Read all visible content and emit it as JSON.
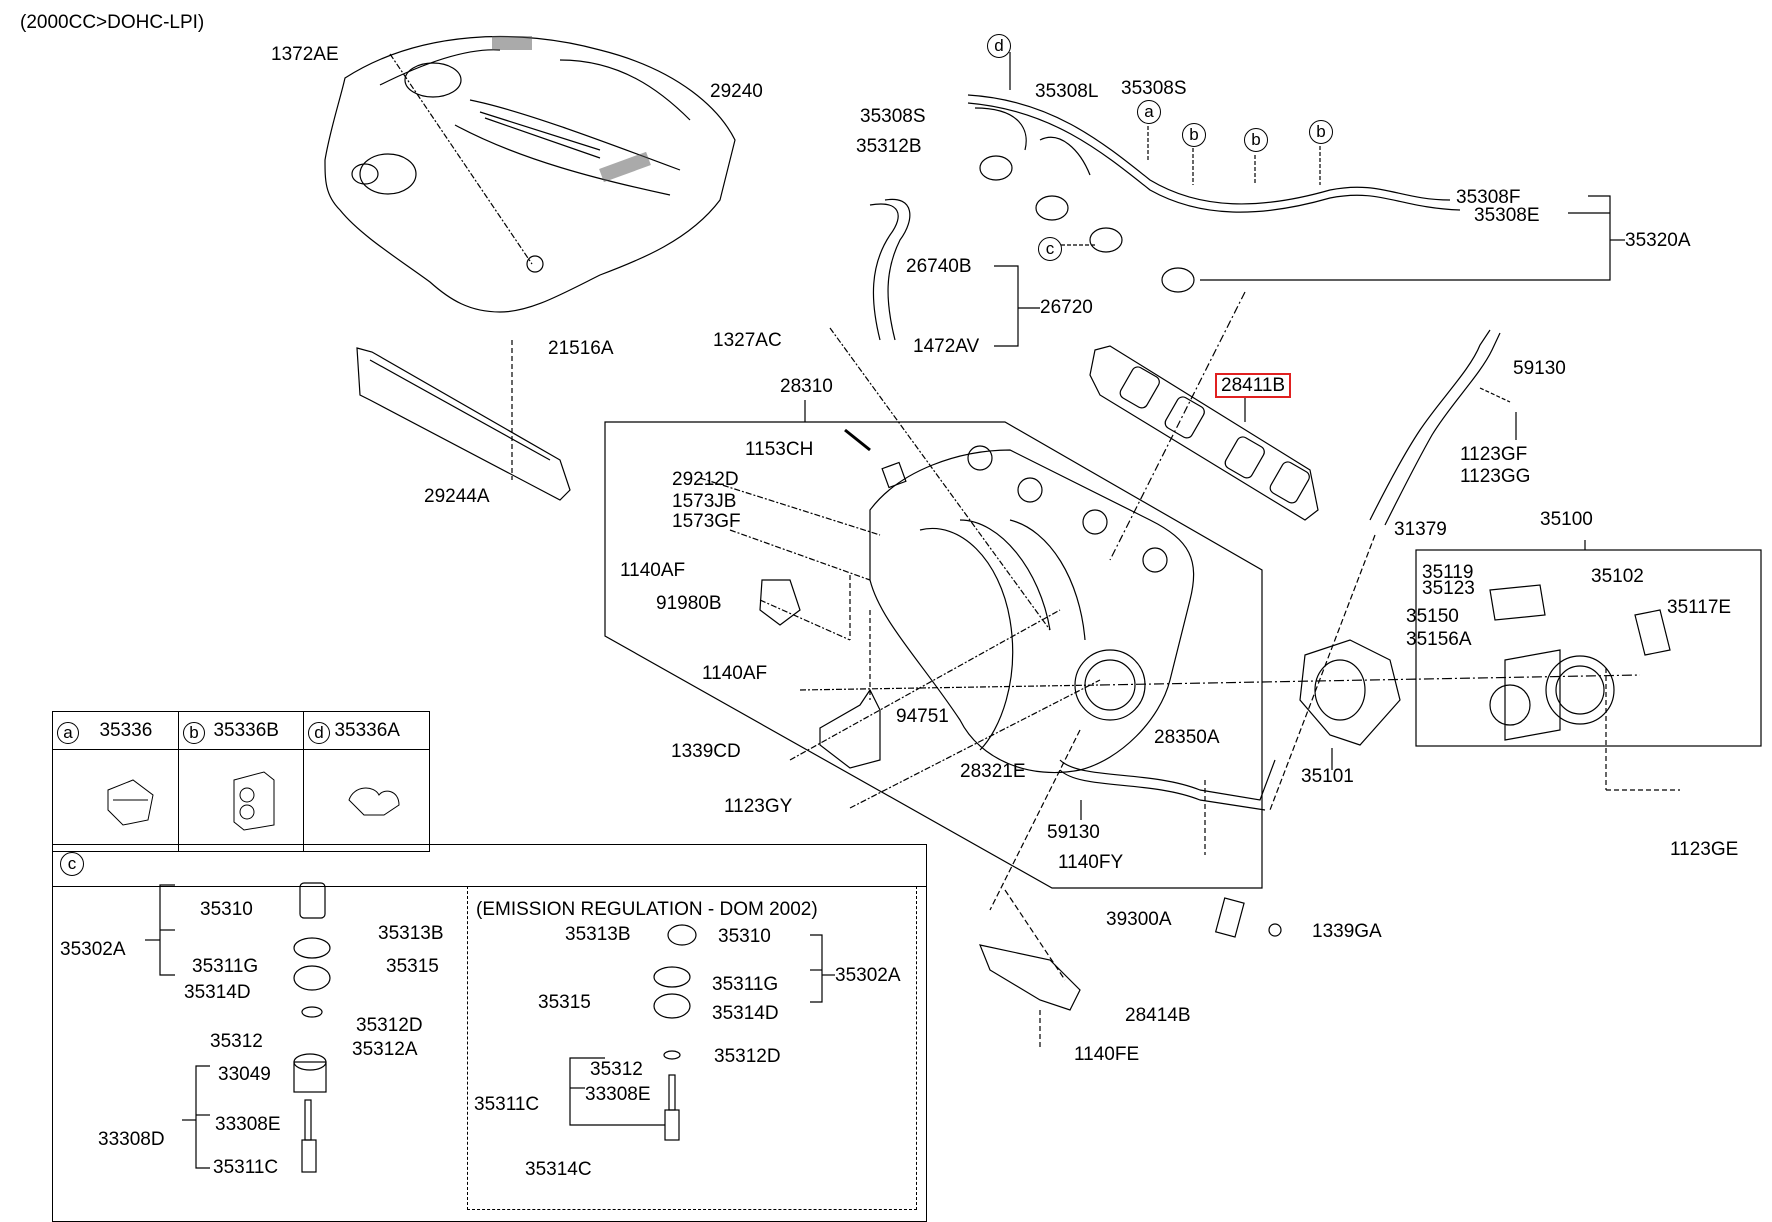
{
  "title": "(2000CC>DOHC-LPI)",
  "highlight_color": "#e02020",
  "highlighted_part": "28411B",
  "callouts": {
    "a": "a",
    "b": "b",
    "c": "c",
    "d": "d"
  },
  "parts": {
    "p1372AE": "1372AE",
    "p29240": "29240",
    "p21516A": "21516A",
    "p29244A": "29244A",
    "p35308S_1": "35308S",
    "p35312B": "35312B",
    "p35308L": "35308L",
    "p35308S_2": "35308S",
    "p35308F": "35308F",
    "p35308E": "35308E",
    "p35320A": "35320A",
    "p26740B": "26740B",
    "p26720": "26720",
    "p1327AC": "1327AC",
    "p1472AV": "1472AV",
    "p28411B": "28411B",
    "p59130_top": "59130",
    "p1123GF": "1123GF",
    "p1123GG": "1123GG",
    "p28310": "28310",
    "p1153CH": "1153CH",
    "p29212D": "29212D",
    "p1573JB": "1573JB",
    "p1573GF": "1573GF",
    "p1140AF_1": "1140AF",
    "p91980B": "91980B",
    "p1140AF_2": "1140AF",
    "p94751": "94751",
    "p1339CD": "1339CD",
    "p1123GY": "1123GY",
    "p28321E": "28321E",
    "p59130_bot": "59130",
    "p28350A": "28350A",
    "p1140FY": "1140FY",
    "p31379": "31379",
    "p35100": "35100",
    "p35119": "35119",
    "p35123": "35123",
    "p35150": "35150",
    "p35156A": "35156A",
    "p35102": "35102",
    "p35117E": "35117E",
    "p35101": "35101",
    "p1123GE": "1123GE",
    "p39300A": "39300A",
    "p1339GA": "1339GA",
    "p28414B": "28414B",
    "p1140FE": "1140FE"
  },
  "legend": [
    {
      "key": "a",
      "part": "35336"
    },
    {
      "key": "b",
      "part": "35336B"
    },
    {
      "key": "d",
      "part": "35336A"
    }
  ],
  "detail_c": {
    "key": "c",
    "standard": {
      "p35302A": "35302A",
      "p35310": "35310",
      "p35311G": "35311G",
      "p35314D": "35314D",
      "p35313B": "35313B",
      "p35315": "35315",
      "p35312D": "35312D",
      "p35312": "35312",
      "p35312A": "35312A",
      "p33049": "33049",
      "p33308D": "33308D",
      "p33308E": "33308E",
      "p35311C": "35311C"
    },
    "emission": {
      "title": "(EMISSION REGULATION - DOM 2002)",
      "p35313B": "35313B",
      "p35310": "35310",
      "p35311G": "35311G",
      "p35302A": "35302A",
      "p35315": "35315",
      "p35314D": "35314D",
      "p35312D": "35312D",
      "p35312": "35312",
      "p35311C": "35311C",
      "p33308E": "33308E",
      "p35314C": "35314C"
    }
  }
}
